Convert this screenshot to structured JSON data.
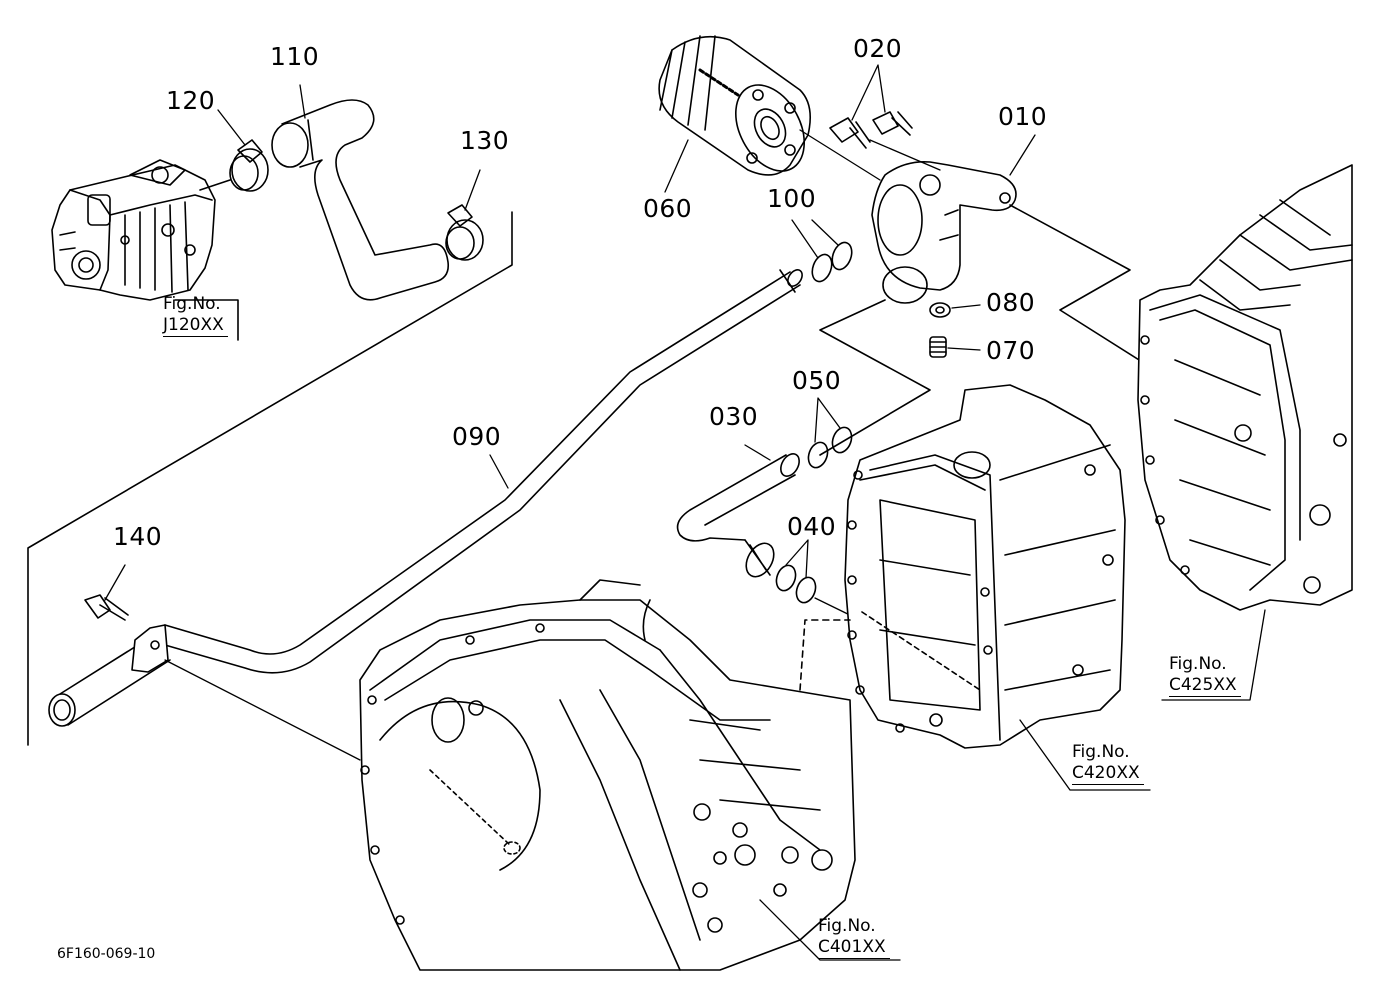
{
  "diagram": {
    "drawing_code": "6F160-069-10",
    "parts": [
      {
        "id": "p010",
        "number": "010"
      },
      {
        "id": "p020",
        "number": "020"
      },
      {
        "id": "p030",
        "number": "030"
      },
      {
        "id": "p040",
        "number": "040"
      },
      {
        "id": "p050",
        "number": "050"
      },
      {
        "id": "p060",
        "number": "060"
      },
      {
        "id": "p070",
        "number": "070"
      },
      {
        "id": "p080",
        "number": "080"
      },
      {
        "id": "p090",
        "number": "090"
      },
      {
        "id": "p100",
        "number": "100"
      },
      {
        "id": "p110",
        "number": "110"
      },
      {
        "id": "p120",
        "number": "120"
      },
      {
        "id": "p130",
        "number": "130"
      },
      {
        "id": "p140",
        "number": "140"
      }
    ],
    "figure_refs": [
      {
        "prefix": "Fig.No.",
        "code": "J120XX"
      },
      {
        "prefix": "Fig.No.",
        "code": "C425XX"
      },
      {
        "prefix": "Fig.No.",
        "code": "C420XX"
      },
      {
        "prefix": "Fig.No.",
        "code": "C401XX"
      }
    ]
  }
}
